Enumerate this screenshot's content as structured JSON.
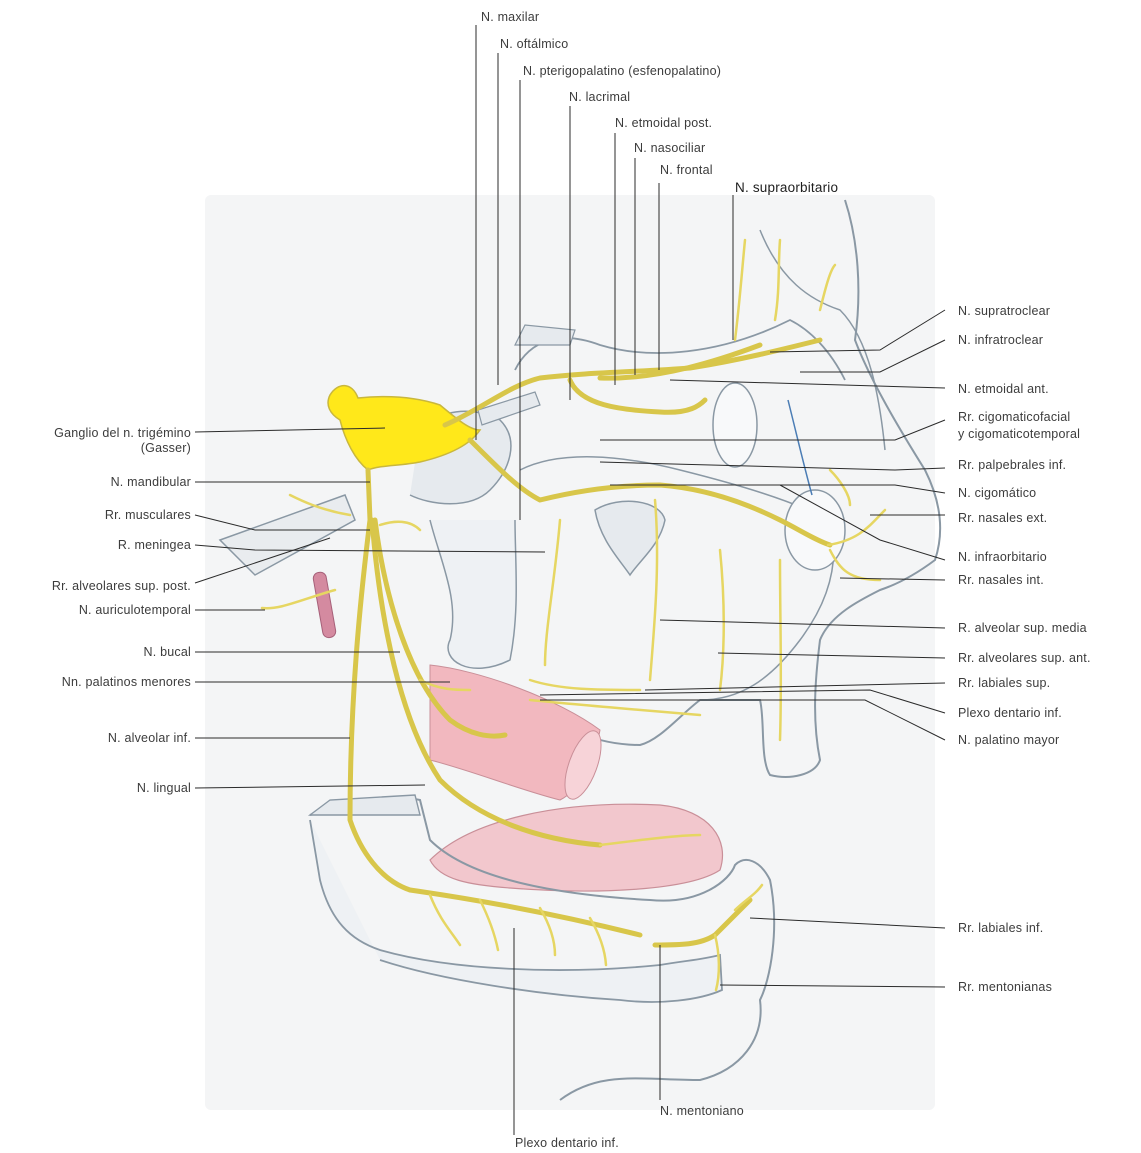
{
  "colors": {
    "nerve": "#ede07a",
    "nerve_stroke": "#c9b73c",
    "ganglion": "#ffe81a",
    "bone_outline": "#8a98a4",
    "muscle": "#f2b8bf",
    "leader": "#2b2b2b",
    "vessel": "#4b7db5"
  },
  "labels": {
    "maxilar": "N. maxilar",
    "oftalmico": "N. oftálmico",
    "pterigopalatino": "N. pterigopalatino (esfenopalatino)",
    "lacrimal": "N. lacrimal",
    "etmoidal_post": "N. etmoidal post.",
    "nasociliar": "N. nasociliar",
    "frontal": "N. frontal",
    "supraorbitario": "N. supraorbitario",
    "supratroclear": "N. supratroclear",
    "infratroclear": "N. infratroclear",
    "etmoidal_ant": "N. etmoidal ant.",
    "cigomaticofacial_1": "Rr. cigomaticofacial",
    "cigomaticofacial_2": "y cigomaticotemporal",
    "palpebrales_inf": "Rr. palpebrales inf.",
    "cigomatico": "N. cigomático",
    "nasales_ext": "Rr. nasales ext.",
    "infraorbitario": "N. infraorbitario",
    "nasales_int": "Rr. nasales int.",
    "alveolar_sup_media": "R. alveolar sup. media",
    "alveolares_sup_ant": "Rr. alveolares sup. ant.",
    "labiales_sup": "Rr. labiales sup.",
    "plexo_dentario_inf_r": "Plexo dentario inf.",
    "palatino_mayor": "N. palatino mayor",
    "labiales_inf": "Rr. labiales inf.",
    "mentonianas": "Rr. mentonianas",
    "mentoniano": "N. mentoniano",
    "plexo_dentario_inf_b": "Plexo dentario inf.",
    "ganglio_1": "Ganglio del n. trigémino",
    "ganglio_2": "(Gasser)",
    "mandibular": "N. mandibular",
    "musculares": "Rr. musculares",
    "meningea": "R. meningea",
    "alveolares_sup_post": "Rr. alveolares sup. post.",
    "auriculotemporal": "N. auriculotemporal",
    "bucal": "N. bucal",
    "palatinos_menores": "Nn. palatinos menores",
    "alveolar_inf": "N. alveolar inf.",
    "lingual": "N. lingual"
  }
}
